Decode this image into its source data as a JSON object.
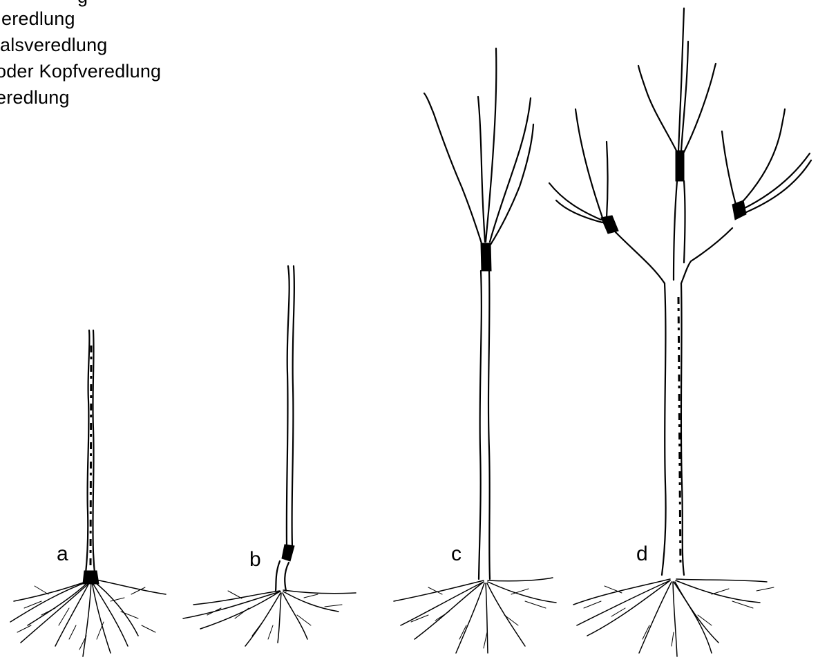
{
  "legend": {
    "line_1": "g",
    "line_2": "eredlung",
    "line_3": "alsveredlung",
    "line_4": "oder Kopfveredlung",
    "line_5": "eredlung"
  },
  "labels": {
    "a": "a",
    "b": "b",
    "c": "c",
    "d": "d"
  }
}
